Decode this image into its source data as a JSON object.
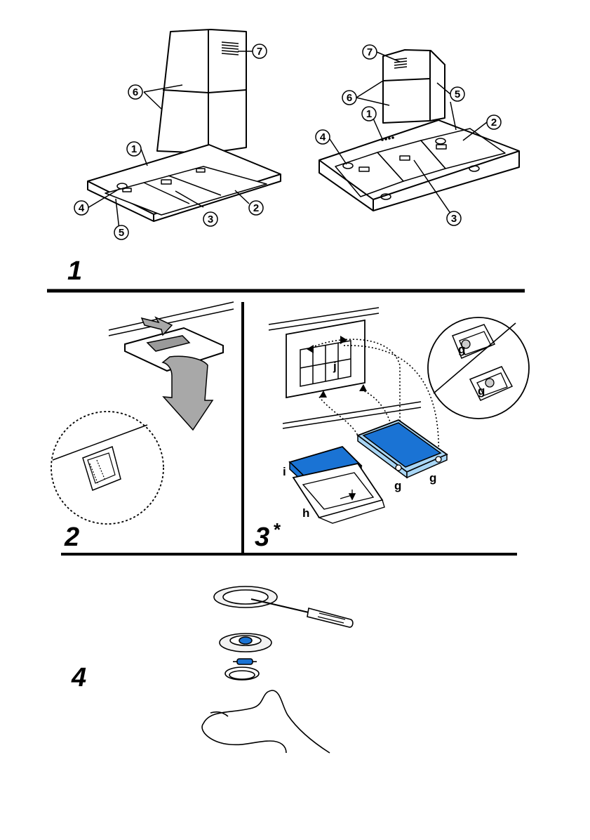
{
  "colors": {
    "line": "#000000",
    "filter_blue": "#1a73d4",
    "filter_blue_light": "#a9d6f5",
    "metal_light": "#f2f2f2",
    "arrow_grey": "#a8a8a8"
  },
  "step1": {
    "label": "1",
    "left_hood": {
      "callouts": [
        "1",
        "2",
        "3",
        "4",
        "5",
        "6",
        "7"
      ]
    },
    "right_hood": {
      "callouts": [
        "1",
        "2",
        "3",
        "4",
        "5",
        "6",
        "7"
      ]
    }
  },
  "step2": {
    "label": "2"
  },
  "step3": {
    "label": "3",
    "suffix": "*",
    "letters": {
      "g": "g",
      "h": "h",
      "i": "i",
      "j": "j"
    }
  },
  "step4": {
    "label": "4"
  }
}
